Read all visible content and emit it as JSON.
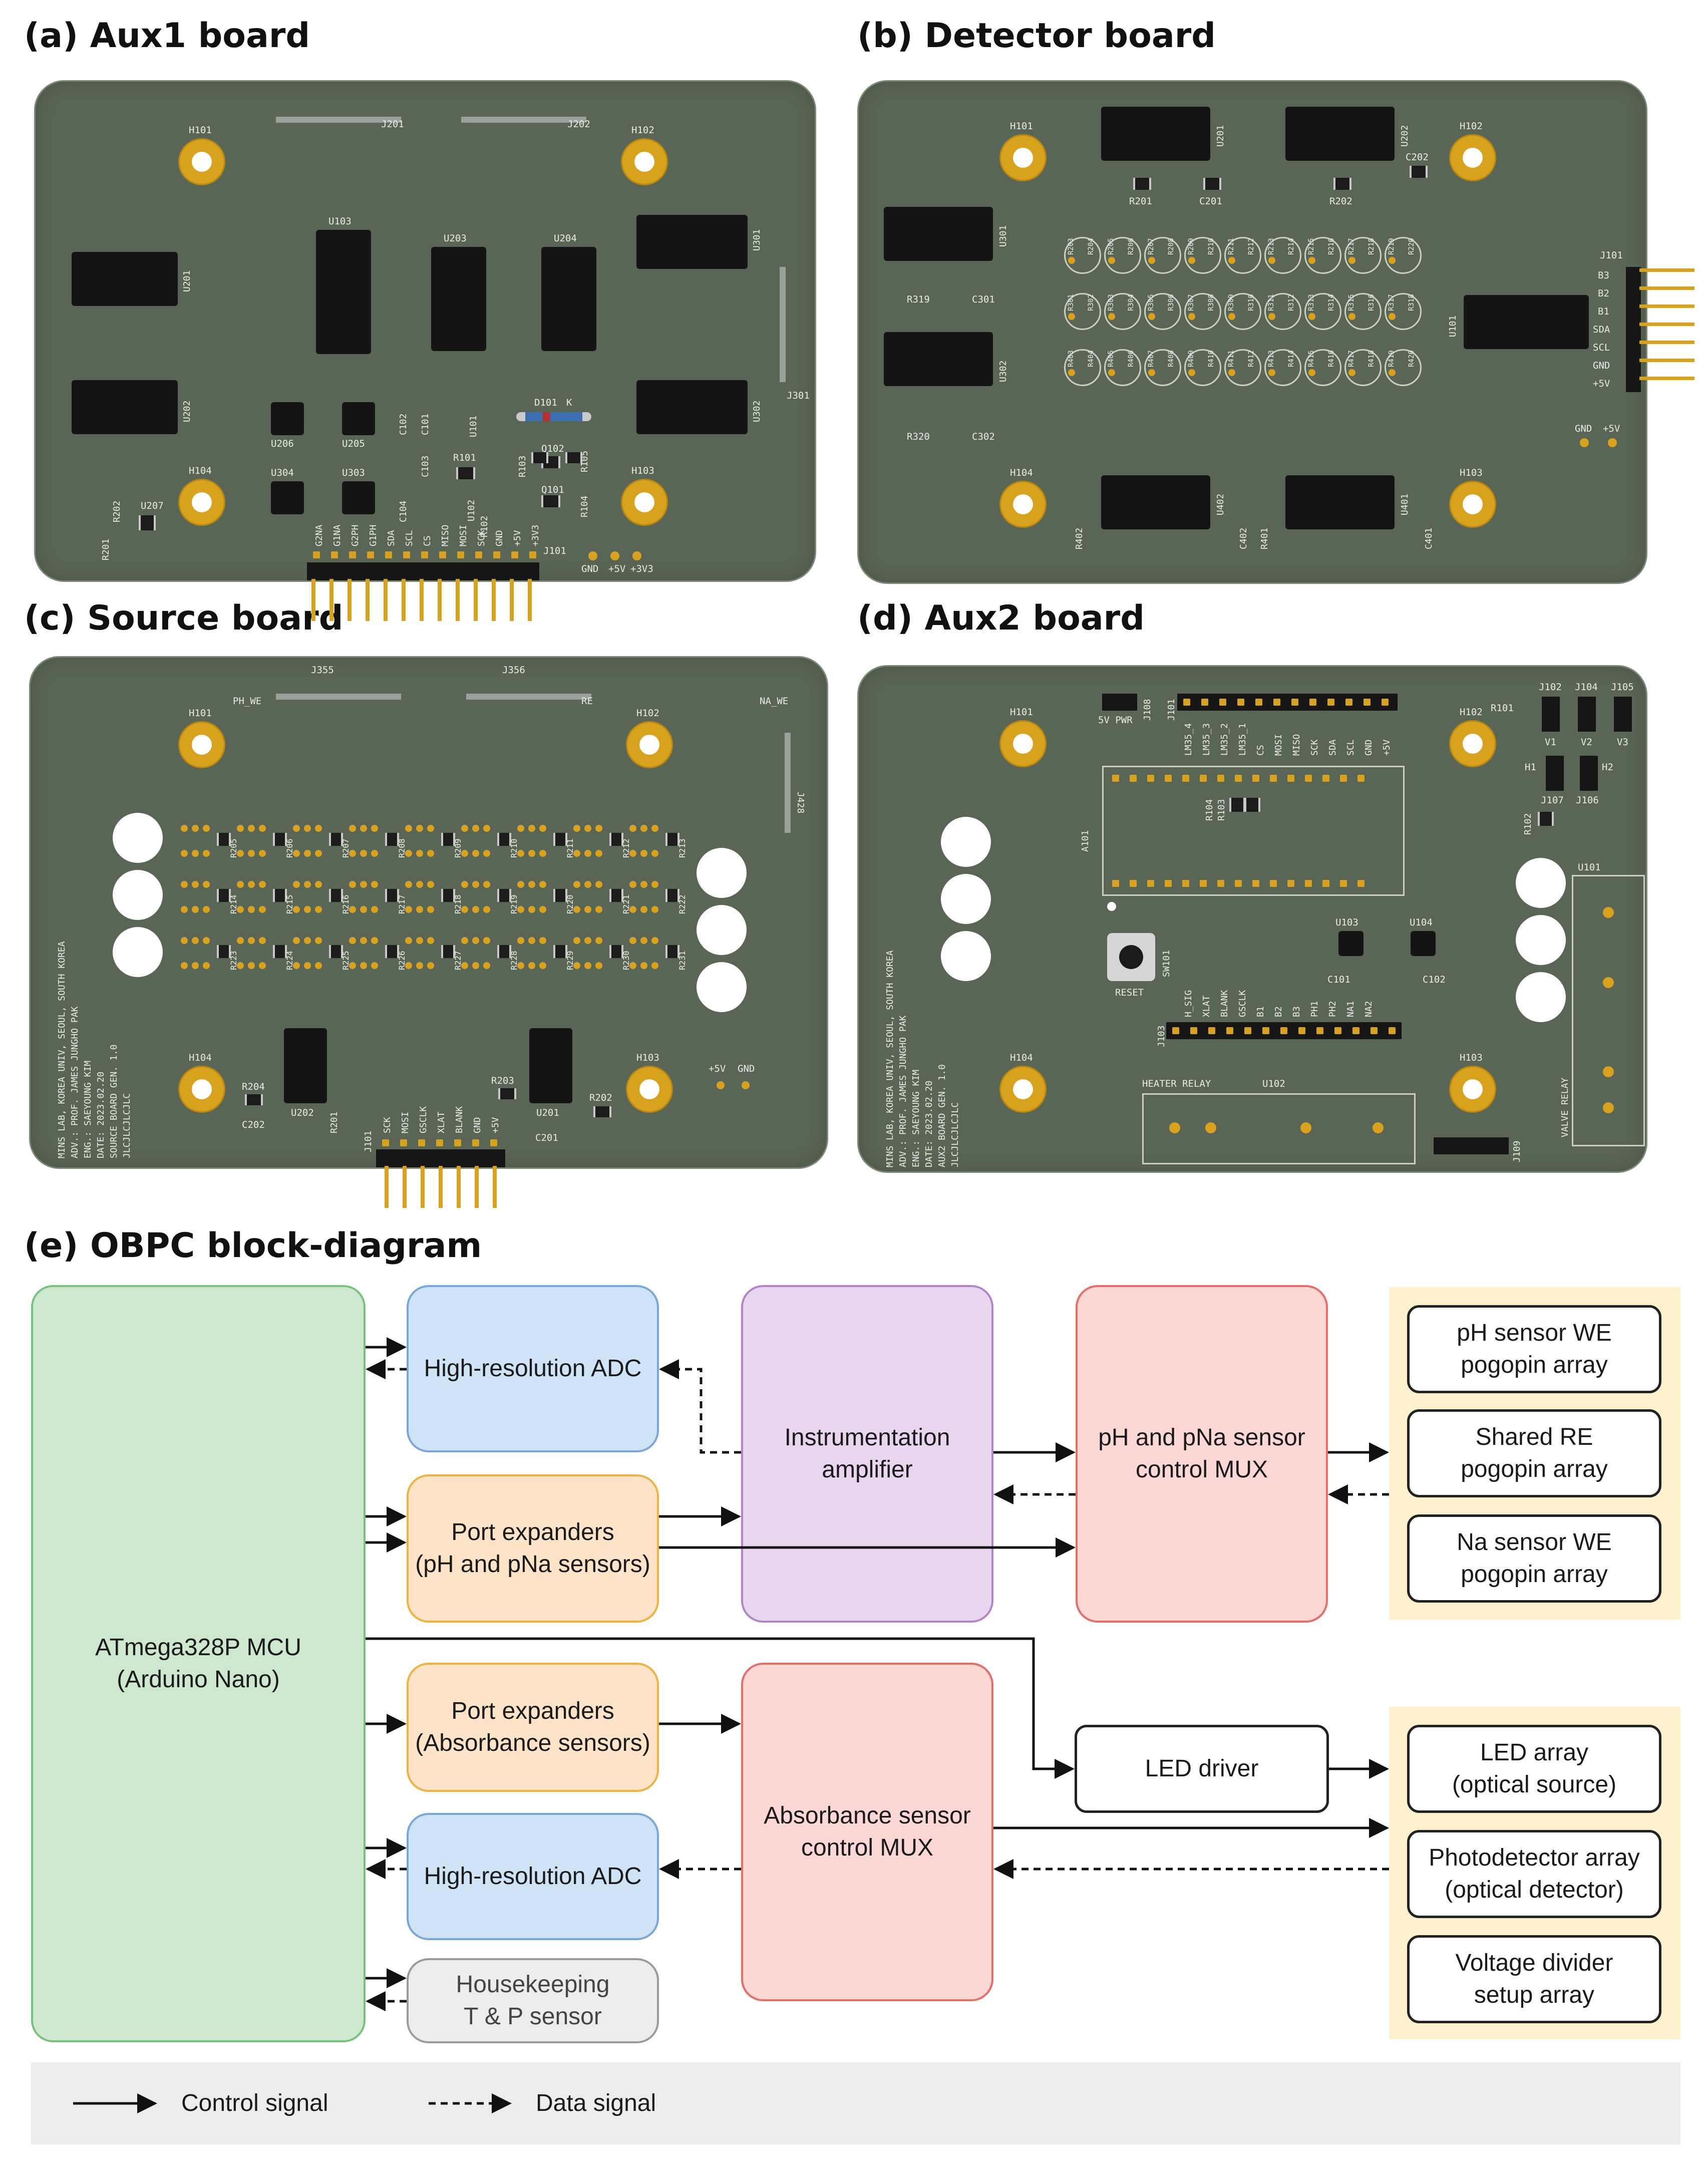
{
  "panels": {
    "a": "(a) Aux1 board",
    "b": "(b) Detector board",
    "c": "(c) Source board",
    "d": "(d) Aux2 board",
    "e": "(e) OBPC block-diagram"
  },
  "aux1": {
    "holes": [
      "H101",
      "H102",
      "H104",
      "H103"
    ],
    "connectors": [
      "J201",
      "J202",
      "J301",
      "J101"
    ],
    "ics": [
      "U201",
      "U103",
      "U203",
      "U204",
      "U301",
      "U202",
      "U302",
      "U206",
      "U205",
      "U304",
      "U303",
      "U207",
      "U101",
      "U102"
    ],
    "parts": [
      "D101",
      "K",
      "C102",
      "C101",
      "C103",
      "C104",
      "R101",
      "R103",
      "R105",
      "Q102",
      "Q101",
      "R104",
      "R102",
      "R201",
      "R202"
    ],
    "pins": [
      "G2NA",
      "G1NA",
      "G2PH",
      "G1PH",
      "SDA",
      "SCL",
      "CS",
      "MISO",
      "MOSI",
      "SCK",
      "GND",
      "+5V",
      "+3V3"
    ],
    "power": [
      "GND",
      "+5V",
      "+3V3"
    ]
  },
  "detector": {
    "holes": [
      "H101",
      "H102",
      "H104",
      "H103"
    ],
    "ics": [
      "U201",
      "U202",
      "U301",
      "U302",
      "U101",
      "U402",
      "U401"
    ],
    "parts": [
      "R201",
      "C201",
      "R202",
      "C202",
      "R319",
      "C301",
      "R320",
      "C302",
      "R402",
      "C402",
      "R401",
      "C401"
    ],
    "connector": "J101",
    "pins": [
      "B3",
      "B2",
      "B1",
      "SDA",
      "SCL",
      "GND",
      "+5V"
    ],
    "power": [
      "GND",
      "+5V"
    ],
    "resistor_labels": [
      "R203",
      "R204",
      "R205",
      "R206",
      "R207",
      "R208",
      "R209",
      "R210",
      "R211",
      "R212",
      "R213",
      "R214",
      "R215",
      "R216",
      "R217",
      "R218",
      "R219",
      "R220",
      "R301",
      "R302",
      "R303",
      "R304",
      "R305",
      "R306",
      "R307",
      "R308",
      "R309",
      "R310",
      "R311",
      "R312",
      "R313",
      "R314",
      "R315",
      "R316",
      "R317",
      "R318",
      "R403",
      "R404",
      "R405",
      "R406",
      "R407",
      "R408",
      "R409",
      "R410",
      "R411",
      "R412",
      "R413",
      "R414",
      "R415",
      "R416",
      "R417",
      "R418",
      "R419",
      "R420"
    ]
  },
  "source": {
    "holes": [
      "H101",
      "H102",
      "H104",
      "H103"
    ],
    "connectors": [
      "J355",
      "J356",
      "J428",
      "J101"
    ],
    "nets": [
      "PH_WE",
      "RE",
      "NA_WE"
    ],
    "ics": [
      "U202",
      "U201"
    ],
    "parts": [
      "R204",
      "C202",
      "R201",
      "R203",
      "R202",
      "C201"
    ],
    "pins": [
      "SCK",
      "MOSI",
      "GSCLK",
      "XLAT",
      "BLANK",
      "GND",
      "+5V"
    ],
    "power": [
      "+5V",
      "GND"
    ],
    "row1": [
      "R205",
      "R206",
      "R207",
      "R208",
      "R209",
      "R210",
      "R211",
      "R212",
      "R213"
    ],
    "row2": [
      "R214",
      "R215",
      "R216",
      "R217",
      "R218",
      "R219",
      "R220",
      "R221",
      "R222"
    ],
    "row3": [
      "R223",
      "R224",
      "R225",
      "R226",
      "R227",
      "R228",
      "R229",
      "R230",
      "R231"
    ],
    "side_text": [
      "MINS LAB, KOREA UNIV, SEOUL, SOUTH KOREA",
      "ADV.: PROF. JAMES JUNGHO PAK",
      "ENG.: SAEYOUNG KIM",
      "DATE: 2023.02.20",
      "SOURCE BOARD GEN. 1.0",
      "JLCJLCJLCJLC"
    ]
  },
  "aux2": {
    "holes": [
      "H101",
      "H102",
      "H104",
      "H103"
    ],
    "connectors": [
      "J108",
      "J101",
      "J102",
      "J104",
      "J105",
      "J107",
      "J106",
      "J103",
      "J109"
    ],
    "labels": [
      "5V PWR",
      "R101",
      "V1",
      "V2",
      "V3",
      "H1",
      "H2",
      "R102",
      "A101",
      "R104",
      "R103",
      "U101",
      "U103",
      "U104",
      "C101",
      "C102",
      "SW101",
      "RESET",
      "HEATER RELAY",
      "U102",
      "VALVE RELAY"
    ],
    "top_pins": [
      "LM35_4",
      "LM35_3",
      "LM35_2",
      "LM35_1",
      "CS",
      "MOSI",
      "MISO",
      "SCK",
      "SDA",
      "SCL",
      "GND",
      "+5V"
    ],
    "bottom_pins": [
      "H_SIG",
      "XLAT",
      "BLANK",
      "GSCLK",
      "B1",
      "B2",
      "B3",
      "PH1",
      "PH2",
      "NA1",
      "NA2"
    ],
    "side_text": [
      "MINS LAB, KOREA UNIV, SEOUL, SOUTH KOREA",
      "ADV.: PROF. JAMES JUNGHO PAK",
      "ENG.: SAEYOUNG KIM",
      "DATE: 2023.02.20",
      "AUX2 BOARD GEN. 1.0",
      "JLCJLCJLCJLC"
    ]
  },
  "diagram": {
    "mcu": "ATmega328P MCU\n(Arduino Nano)",
    "adc1": "High-resolution ADC",
    "port1": "Port expanders\n(pH and pNa sensors)",
    "amp": "Instrumentation\namplifier",
    "mux1": "pH and pNa sensor\ncontrol MUX",
    "ph_we": "pH sensor WE\npogopin array",
    "re": "Shared RE\npogopin array",
    "na_we": "Na sensor WE\npogopin array",
    "port2": "Port expanders\n(Absorbance sensors)",
    "mux2": "Absorbance sensor\ncontrol MUX",
    "led_driver": "LED driver",
    "led_array": "LED array\n(optical source)",
    "photodet": "Photodetector array\n(optical detector)",
    "vdiv": "Voltage divider\nsetup array",
    "adc2": "High-resolution ADC",
    "hk": "Housekeeping\nT & P sensor"
  },
  "legend": {
    "control": "Control signal",
    "data": "Data signal"
  },
  "colors": {
    "pcb": "#5a6655",
    "gold": "#d9a21c",
    "mcu": "#cde8cf",
    "adc": "#cfe3f7",
    "port": "#fde3c8",
    "amp": "#e8d6ef",
    "mux": "#fbd8d6",
    "highlight": "#fdf0cc"
  }
}
